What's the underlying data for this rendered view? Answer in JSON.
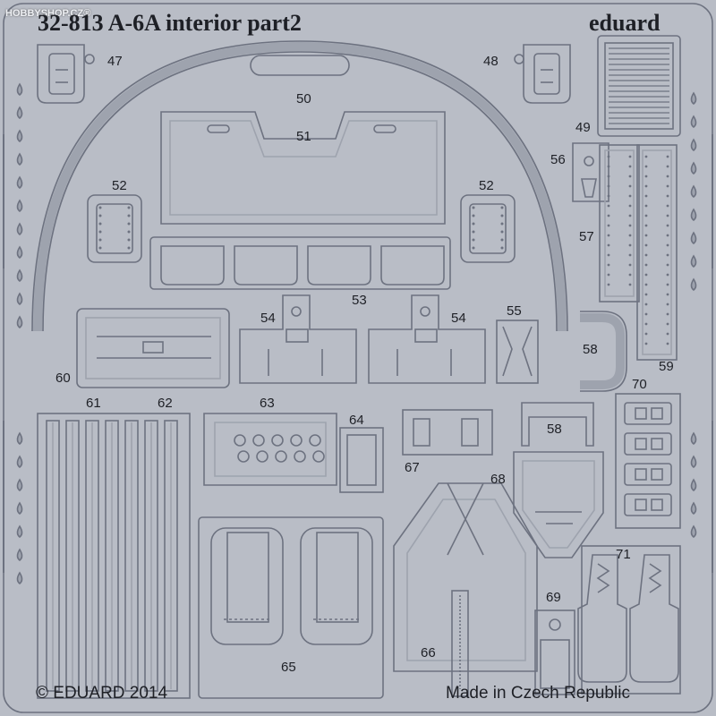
{
  "watermark": "HOBBYSHOP.CZ®",
  "title": "32-813 A-6A interior   part2",
  "brand": "eduard",
  "footer_left": "© EDUARD 2014",
  "footer_right": "Made in Czech Republic",
  "part_numbers": [
    "47",
    "48",
    "49",
    "50",
    "51",
    "52",
    "52",
    "53",
    "54",
    "54",
    "55",
    "56",
    "57",
    "58",
    "58",
    "59",
    "60",
    "61",
    "62",
    "63",
    "64",
    "65",
    "66",
    "67",
    "68",
    "69",
    "70",
    "71"
  ],
  "colors": {
    "fret": "#b9bdc6",
    "outline": "#6d7280",
    "relief": "#9ea3ae",
    "text": "#1e2026"
  }
}
